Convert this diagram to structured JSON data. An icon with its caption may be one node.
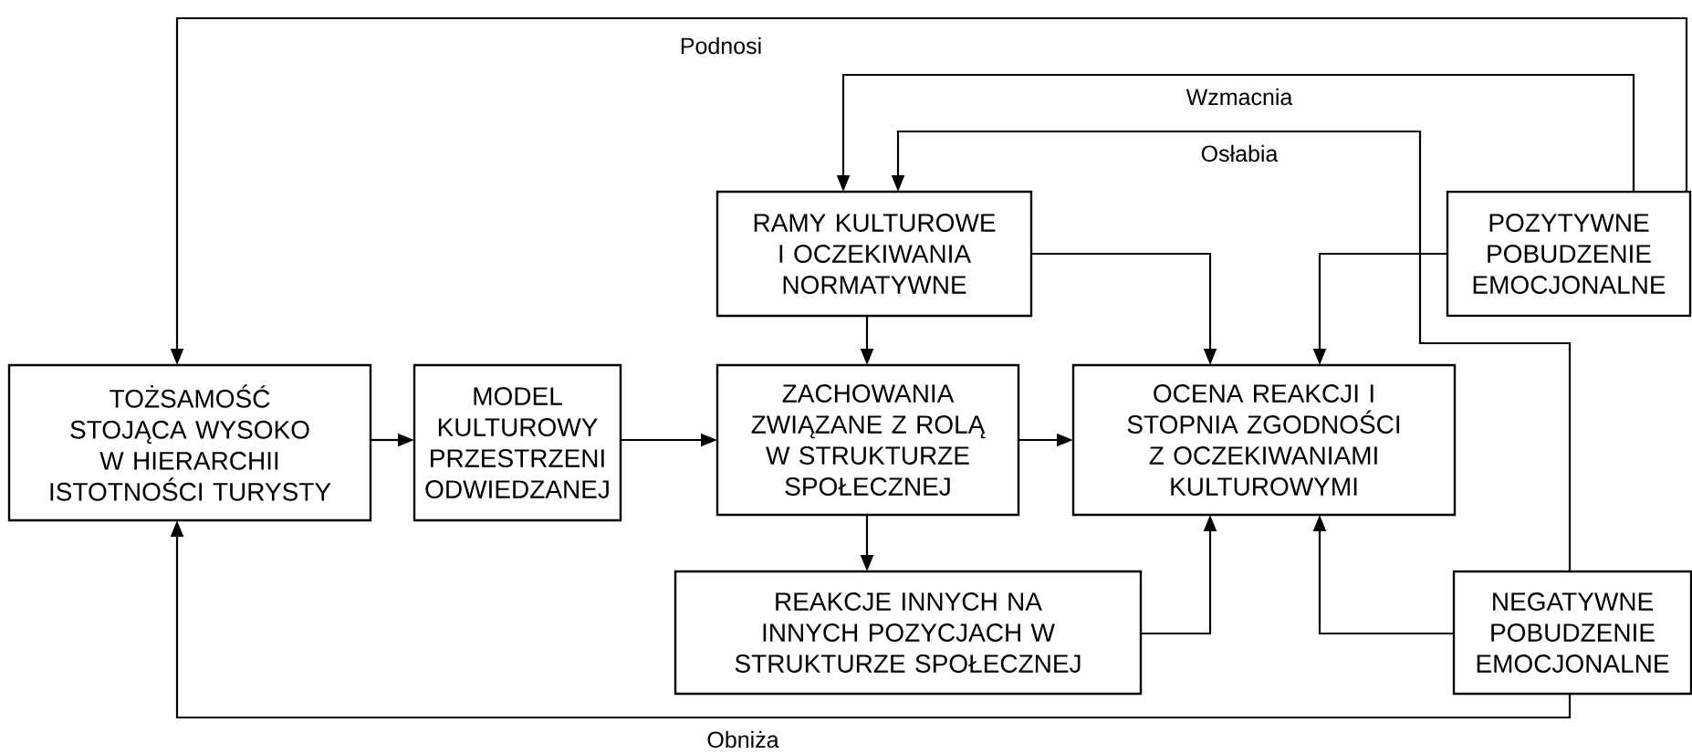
{
  "diagram": {
    "nodes": [
      {
        "text": [
          "TOŻSAMOŚĆ STOJĄCA WYSOKO W HIERARCHII ISTOTNOŚCI TURYSTY"
        ]
      },
      {
        "text": [
          "MODEL KULTUROWY PRZESTRZENI ODWIEDZANEJ"
        ]
      },
      {
        "text": [
          "RAMY KULTUROWE I OCZEKIWANIA NORMATYWNE"
        ]
      },
      {
        "text": [
          "ZACHOWANIA ZWIĄZANE Z ROLĄ W STRUKTURZE SPOŁECZNEJ"
        ]
      },
      {
        "text": [
          "OCENA REAKCJI I STOPNIA ZGODNOŚCI Z OCZEKIWANIAMI KULTUROWYMI"
        ]
      },
      {
        "text": [
          "REAKCJE INNYCH NA INNYCH POZYCJACH W STRUKTURZE SPOŁECZNEJ"
        ]
      },
      {
        "text": [
          "POZYTYWNE POBUDZENIE EMOCJONALNE"
        ]
      },
      {
        "text": [
          "NEGATYWNE POBUDZENIE EMOCJONALNE"
        ]
      }
    ],
    "edges": [
      {
        "from": 0,
        "to": 1,
        "arrow": "to"
      },
      {
        "from": 1,
        "to": 3,
        "arrow": "to"
      },
      {
        "from": 3,
        "to": 4,
        "arrow": "to"
      },
      {
        "from": 2,
        "to": 3,
        "arrow": "to"
      },
      {
        "from": 2,
        "to": 4,
        "arrow": "to"
      },
      {
        "from": 6,
        "to": 4,
        "arrow": "to"
      },
      {
        "from": 3,
        "to": 5,
        "arrow": "to"
      },
      {
        "from": 5,
        "to": 4,
        "arrow": "to"
      },
      {
        "from": 7,
        "to": 4,
        "arrow": "to"
      },
      {
        "from": 6,
        "to": 0,
        "arrow": "to",
        "label": "Podnosi"
      },
      {
        "from": 6,
        "to": 2,
        "arrow": "to",
        "label": "Wzmacnia"
      },
      {
        "from": 7,
        "to": 2,
        "arrow": "to",
        "label": "Osłabia"
      },
      {
        "from": 7,
        "to": 0,
        "arrow": "to",
        "label": "Obniża"
      }
    ]
  }
}
